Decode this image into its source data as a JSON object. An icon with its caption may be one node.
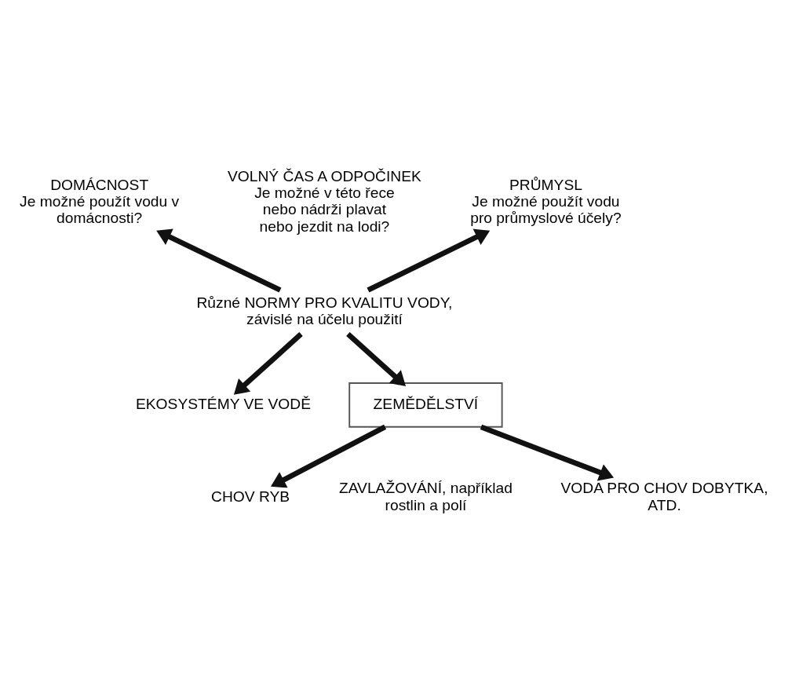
{
  "diagram": {
    "nodes": [
      {
        "text": [
          "DOMÁCNOST",
          "Je možné použít vodu v domácnosti?"
        ]
      },
      {
        "text": [
          "VOLNÝ ČAS A ODPOČINEK",
          "Je možné v této řece nebo nádrži plavat nebo jezdit na lodi?"
        ]
      },
      {
        "text": [
          "PRŮMYSL",
          "Je možné použít vodu pro průmyslové účely?"
        ]
      },
      {
        "text": [
          "Různé NORMY PRO KVALITU VODY, závislé na účelu použití"
        ]
      },
      {
        "text": [
          "EKOSYSTÉMY VE VODĚ"
        ]
      },
      {
        "text": [
          "ZEMĚDĚLSTVÍ"
        ]
      },
      {
        "text": [
          "CHOV RYB"
        ]
      },
      {
        "text": [
          "ZAVLAŽOVÁNÍ, například rostlin a polí"
        ]
      },
      {
        "text": [
          "VODA PRO CHOV DOBYTKA, ATD."
        ]
      }
    ],
    "edges": [
      {
        "from": 3,
        "to": 0,
        "arrow": "to"
      },
      {
        "from": 3,
        "to": 2,
        "arrow": "to"
      },
      {
        "from": 3,
        "to": 4,
        "arrow": "to"
      },
      {
        "from": 3,
        "to": 5,
        "arrow": "to"
      },
      {
        "from": 5,
        "to": 6,
        "arrow": "to"
      },
      {
        "from": 5,
        "to": 8,
        "arrow": "to"
      }
    ]
  }
}
